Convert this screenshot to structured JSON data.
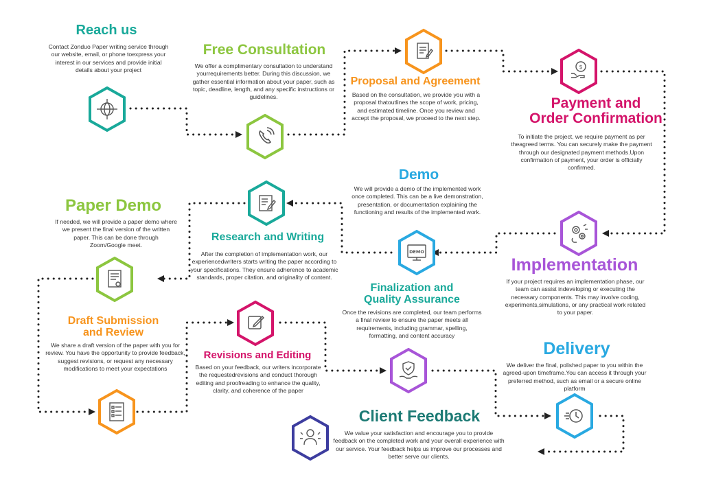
{
  "colors": {
    "teal": "#19a99a",
    "green": "#8cc63f",
    "orange": "#f7941d",
    "magenta": "#d4146a",
    "purple": "#a855d8",
    "blue": "#29a9e1",
    "navy": "#3d3d9f",
    "darkteal": "#1c7a74",
    "connector": "#222222"
  },
  "icons": {
    "reach_us": "globe-network-icon",
    "free_consultation": "phone-icon",
    "proposal": "document-pen-icon",
    "payment": "money-hand-icon",
    "implementation": "gears-lightbulb-icon",
    "demo": "demo-screen-icon",
    "research": "writing-note-icon",
    "paper_demo": "paper-certificate-icon",
    "draft": "checklist-icon",
    "revisions": "edit-pencil-icon",
    "finalization": "shield-check-hands-icon",
    "delivery": "clock-speed-icon",
    "client_feedback": "person-star-icon"
  },
  "steps": {
    "reach_us": {
      "title": "Reach us",
      "desc": "Contact Zonduo Paper writing service through our website, email, or phone toexpress your interest in our services and provide initial details about your project"
    },
    "free_consultation": {
      "title": "Free Consultation",
      "desc": "We offer a complimentary consultation to understand yourrequirements better. During this discussion, we gather essential information about your paper, such as topic, deadline, length, and any specific instructions or guidelines."
    },
    "proposal": {
      "title": "Proposal and Agreement",
      "desc": "Based on the consultation, we provide you with a proposal thatoutlines the scope of work, pricing, and estimated timeline. Once you review and accept the proposal, we proceed to the next step."
    },
    "payment": {
      "title_line1": "Payment and",
      "title_line2": "Order Confirmation",
      "desc": "To initiate the project, we require payment as per theagreed terms. You can securely make the payment through our designated payment methods.Upon confirmation of payment, your order is officially confirmed."
    },
    "demo": {
      "title": "Demo",
      "desc": "We will provide a demo of the implemented work once completed. This can be a live demonstration, presentation, or documentation explaining the functioning and results of the implemented work."
    },
    "paper_demo": {
      "title": "Paper Demo",
      "desc": "If needed, we will provide a paper demo where we present the final version of the written paper. This can be done through Zoom/Google meet."
    },
    "research": {
      "title": "Research and Writing",
      "desc": "After the completion of implementation work, our experiencedwriters starts writing the paper according to your specifications. They ensure adherence to academic standards, proper citation, and originality of content."
    },
    "implementation": {
      "title": "Implementation",
      "desc": "If your project requires an implementation phase, our team can assist indeveloping or executing the necessary components. This may involve coding, experiments,simulations, or any practical work related to your paper."
    },
    "finalization": {
      "title_line1": "Finalization and",
      "title_line2": "Quality Assurance",
      "desc": "Once the revisions are completed, our team performs a final review to ensure the paper meets all requirements, including grammar, spelling, formatting, and content accuracy"
    },
    "draft": {
      "title_line1": "Draft Submission",
      "title_line2": "and Review",
      "desc": "We share a draft version of the paper with you for review. You have the opportunity to provide feedback, suggest revisions, or request any necessary modifications to meet your expectations"
    },
    "revisions": {
      "title": "Revisions and Editing",
      "desc": "Based on your feedback, our writers incorporate the requestedrevisions and conduct thorough editing and proofreading to enhance the quality, clarity, and coherence of the paper"
    },
    "delivery": {
      "title": "Delivery",
      "desc": "We deliver the final, polished paper to you within the agreed-upon timeframe.You can access it through your preferred method, such as email or a secure online platform"
    },
    "client_feedback": {
      "title": "Client Feedback",
      "desc": "We value your satisfaction and encourage you to provide feedback on the completed work and your overall experience with our service. Your feedback helps us improve our processes and better serve our clients."
    }
  },
  "demo_icon_label": "DEMO"
}
